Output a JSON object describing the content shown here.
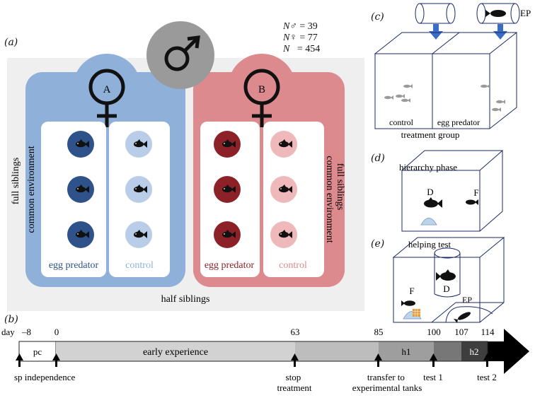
{
  "panel_labels": {
    "a": "(a)",
    "b": "(b)",
    "c": "(c)",
    "d": "(d)",
    "e": "(e)"
  },
  "sample_sizes": {
    "males_label": "N♂",
    "males_value": "= 39",
    "females_label": "N♀",
    "females_value": "= 77",
    "total_label": "N",
    "total_value": "= 454"
  },
  "panel_a": {
    "female_a": "A",
    "female_b": "B",
    "full_siblings_left": "full siblings",
    "full_siblings_right": "full siblings",
    "common_env_left": "common environment",
    "common_env_right": "common environment",
    "egg_predator_a": "egg predator",
    "control_a": "control",
    "egg_predator_b": "egg predator",
    "control_b": "control",
    "half_siblings": "half siblings",
    "colors": {
      "blue_family": "#8fb0d8",
      "red_family": "#dd8a8e",
      "blue_dark": "#2e5289",
      "blue_light": "#b9cde9",
      "red_dark": "#8c2228",
      "red_light": "#efb9bb",
      "male_grey": "#9a9a9a"
    }
  },
  "panel_c": {
    "ep_label": "EP",
    "control": "control",
    "egg_predator": "egg predator",
    "caption": "treatment group"
  },
  "panel_d": {
    "title": "hierarchy phase",
    "dominant": "D",
    "floater": "F"
  },
  "panel_e": {
    "title": "helping test",
    "floater": "F",
    "dominant": "D",
    "ep": "EP"
  },
  "timeline": {
    "day_label": "day",
    "days": [
      "–8",
      "0",
      "63",
      "85",
      "100",
      "107",
      "114"
    ],
    "segments": [
      "pc",
      "early experience",
      "h1",
      "h2"
    ],
    "events": [
      "sp independence",
      "stop\ntreatment",
      "transfer to\nexperimental tanks",
      "test 1",
      "test 2"
    ]
  }
}
